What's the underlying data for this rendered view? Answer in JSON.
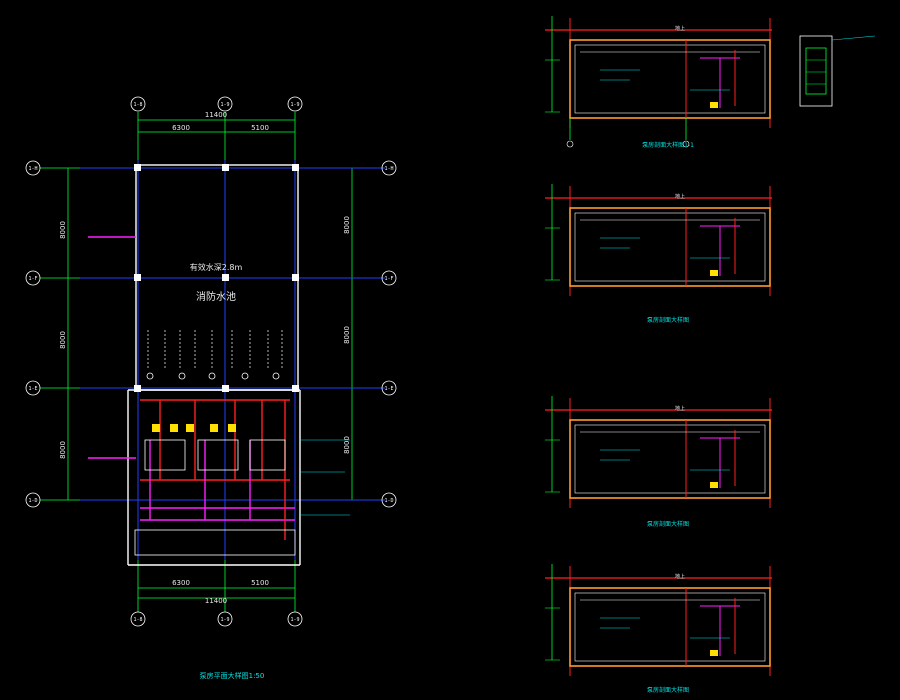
{
  "colors": {
    "background": "#000000",
    "axis_line": "#00ff33",
    "grid_line": "#1f3fff",
    "wall": "#ffffff",
    "pipe_red": "#ff2020",
    "pipe_magenta": "#ff20ff",
    "accent_yellow": "#ffe000",
    "text_cyan": "#00e5e5",
    "wall_orange": "#ff9a30"
  },
  "plan": {
    "top_axes": [
      "1-8",
      "1-9",
      "1-9"
    ],
    "bottom_axes": [
      "1-8",
      "1-9",
      "1-9"
    ],
    "left_axes": [
      "1-H",
      "1-F",
      "1-E",
      "1-D"
    ],
    "right_axes": [
      "1-H",
      "1-F",
      "1-E",
      "1-D"
    ],
    "top_total": "11400",
    "top_dims": [
      "6300",
      "5100"
    ],
    "bottom_total": "11400",
    "bottom_dims": [
      "6300",
      "5100"
    ],
    "left_dims": [
      "8000",
      "8000",
      "8000"
    ],
    "right_dims": [
      "8000",
      "8000",
      "8000"
    ],
    "room_level": "有效水深2.8m",
    "room_name": "消防水池",
    "title": "泵房平面大样图1:50"
  },
  "sections": [
    {
      "title": "泵房剖面大样图1-1",
      "level": "地上"
    },
    {
      "title": "泵房剖面大样图",
      "level": "地上"
    },
    {
      "title": "泵房剖面大样图",
      "level": "地上"
    },
    {
      "title": "泵房剖面大样图",
      "level": "地上"
    }
  ]
}
